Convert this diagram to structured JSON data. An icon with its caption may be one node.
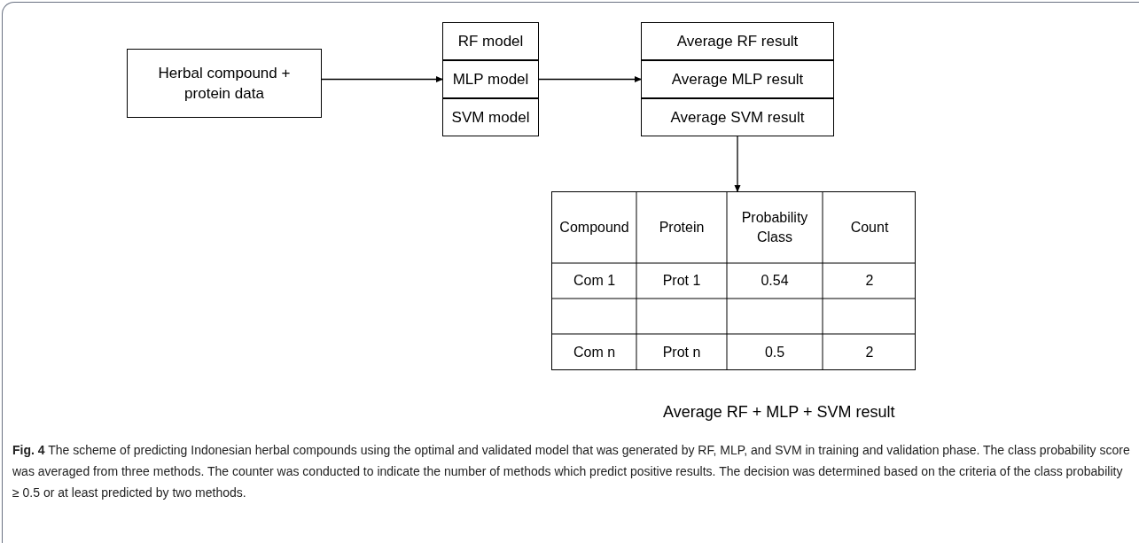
{
  "diagram": {
    "caption": "**Fig. 4** The scheme of predicting Indonesian herbal compounds using the optimal and validated model that was generated by RF, MLP, and SVM in training and validation phase. The class probability score was averaged from three methods. The counter was conducted to indicate the number of methods which predict positive results. The decision was determined based on the criteria of the class probability ≥ 0.5 or at least predicted by two methods.",
    "nodes": [
      {
        "text": [
          "Herbal compound + protein data"
        ]
      },
      {
        "text": [
          "RF model"
        ]
      },
      {
        "text": [
          "MLP model"
        ]
      },
      {
        "text": [
          "SVM model"
        ]
      },
      {
        "text": [
          "Average RF result"
        ]
      },
      {
        "text": [
          "Average MLP result"
        ]
      },
      {
        "text": [
          "Average SVM result"
        ]
      },
      {
        "text": [],
        "shape": "box",
        "beside": [
          "Average RF + MLP + SVM result"
        ]
      }
    ],
    "edges": [
      {
        "from": 0,
        "to": 2,
        "arrow": "to"
      },
      {
        "from": 2,
        "to": 5,
        "arrow": "to"
      },
      {
        "from": 6,
        "to": 7,
        "arrow": "to"
      }
    ],
    "labels": [
      "Compound",
      "Protein",
      "Probability Class",
      "Count",
      "Com 1",
      "Prot 1",
      "0.54",
      "2",
      "Com n",
      "Prot n",
      "0.5",
      "2"
    ]
  }
}
